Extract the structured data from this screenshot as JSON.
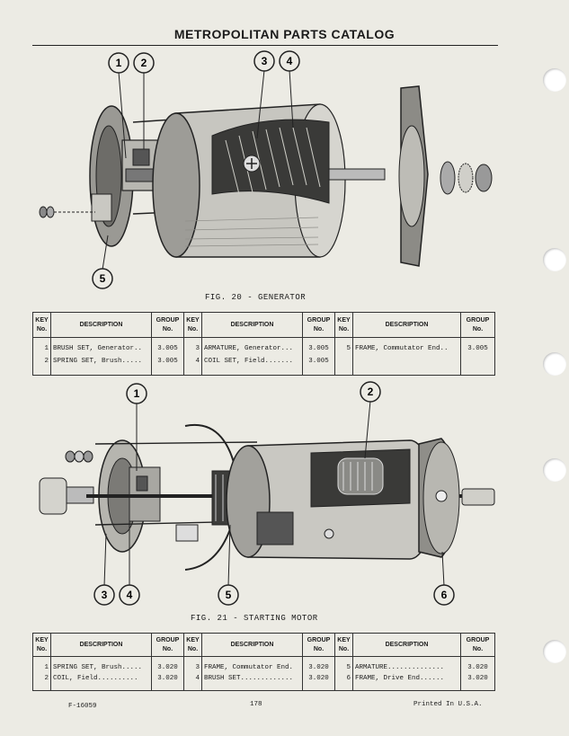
{
  "header": {
    "title": "METROPOLITAN PARTS CATALOG"
  },
  "figure_generator": {
    "caption": "FIG. 20 - GENERATOR",
    "callouts": [
      "1",
      "2",
      "3",
      "4",
      "5"
    ]
  },
  "table_generator": {
    "headers": {
      "key": "KEY",
      "key2": "No.",
      "description": "DESCRIPTION",
      "group": "GROUP",
      "group2": "No."
    },
    "rows": [
      [
        {
          "key": "1",
          "desc": "BRUSH SET, Generator..",
          "group": "3.005"
        },
        {
          "key": "3",
          "desc": "ARMATURE, Generator...",
          "group": "3.005"
        },
        {
          "key": "5",
          "desc": "FRAME, Commutator End..",
          "group": "3.005"
        }
      ],
      [
        {
          "key": "2",
          "desc": "SPRING SET, Brush.....",
          "group": "3.005"
        },
        {
          "key": "4",
          "desc": "COIL SET, Field.......",
          "group": "3.005"
        },
        {
          "key": "",
          "desc": "",
          "group": ""
        }
      ]
    ]
  },
  "figure_starting_motor": {
    "caption": "FIG. 21 - STARTING MOTOR",
    "callouts": [
      "1",
      "2",
      "3",
      "4",
      "5",
      "6"
    ]
  },
  "table_starting_motor": {
    "headers": {
      "key": "KEY",
      "key2": "No.",
      "description": "DESCRIPTION",
      "group": "GROUP",
      "group2": "No."
    },
    "rows": [
      [
        {
          "key": "1",
          "desc": "SPRING SET, Brush.....",
          "group": "3.020"
        },
        {
          "key": "3",
          "desc": "FRAME, Commutator End.",
          "group": "3.020"
        },
        {
          "key": "5",
          "desc": "ARMATURE..............",
          "group": "3.020"
        }
      ],
      [
        {
          "key": "2",
          "desc": "COIL, Field..........",
          "group": "3.020"
        },
        {
          "key": "4",
          "desc": "BRUSH SET.............",
          "group": "3.020"
        },
        {
          "key": "6",
          "desc": "FRAME, Drive End......",
          "group": "3.020"
        }
      ]
    ]
  },
  "footer": {
    "left": "F-16059",
    "center": "178",
    "right": "Printed In U.S.A."
  },
  "colors": {
    "paper": "#ecebe4",
    "ink": "#1a1a1a",
    "metal": "#8a8a86"
  }
}
